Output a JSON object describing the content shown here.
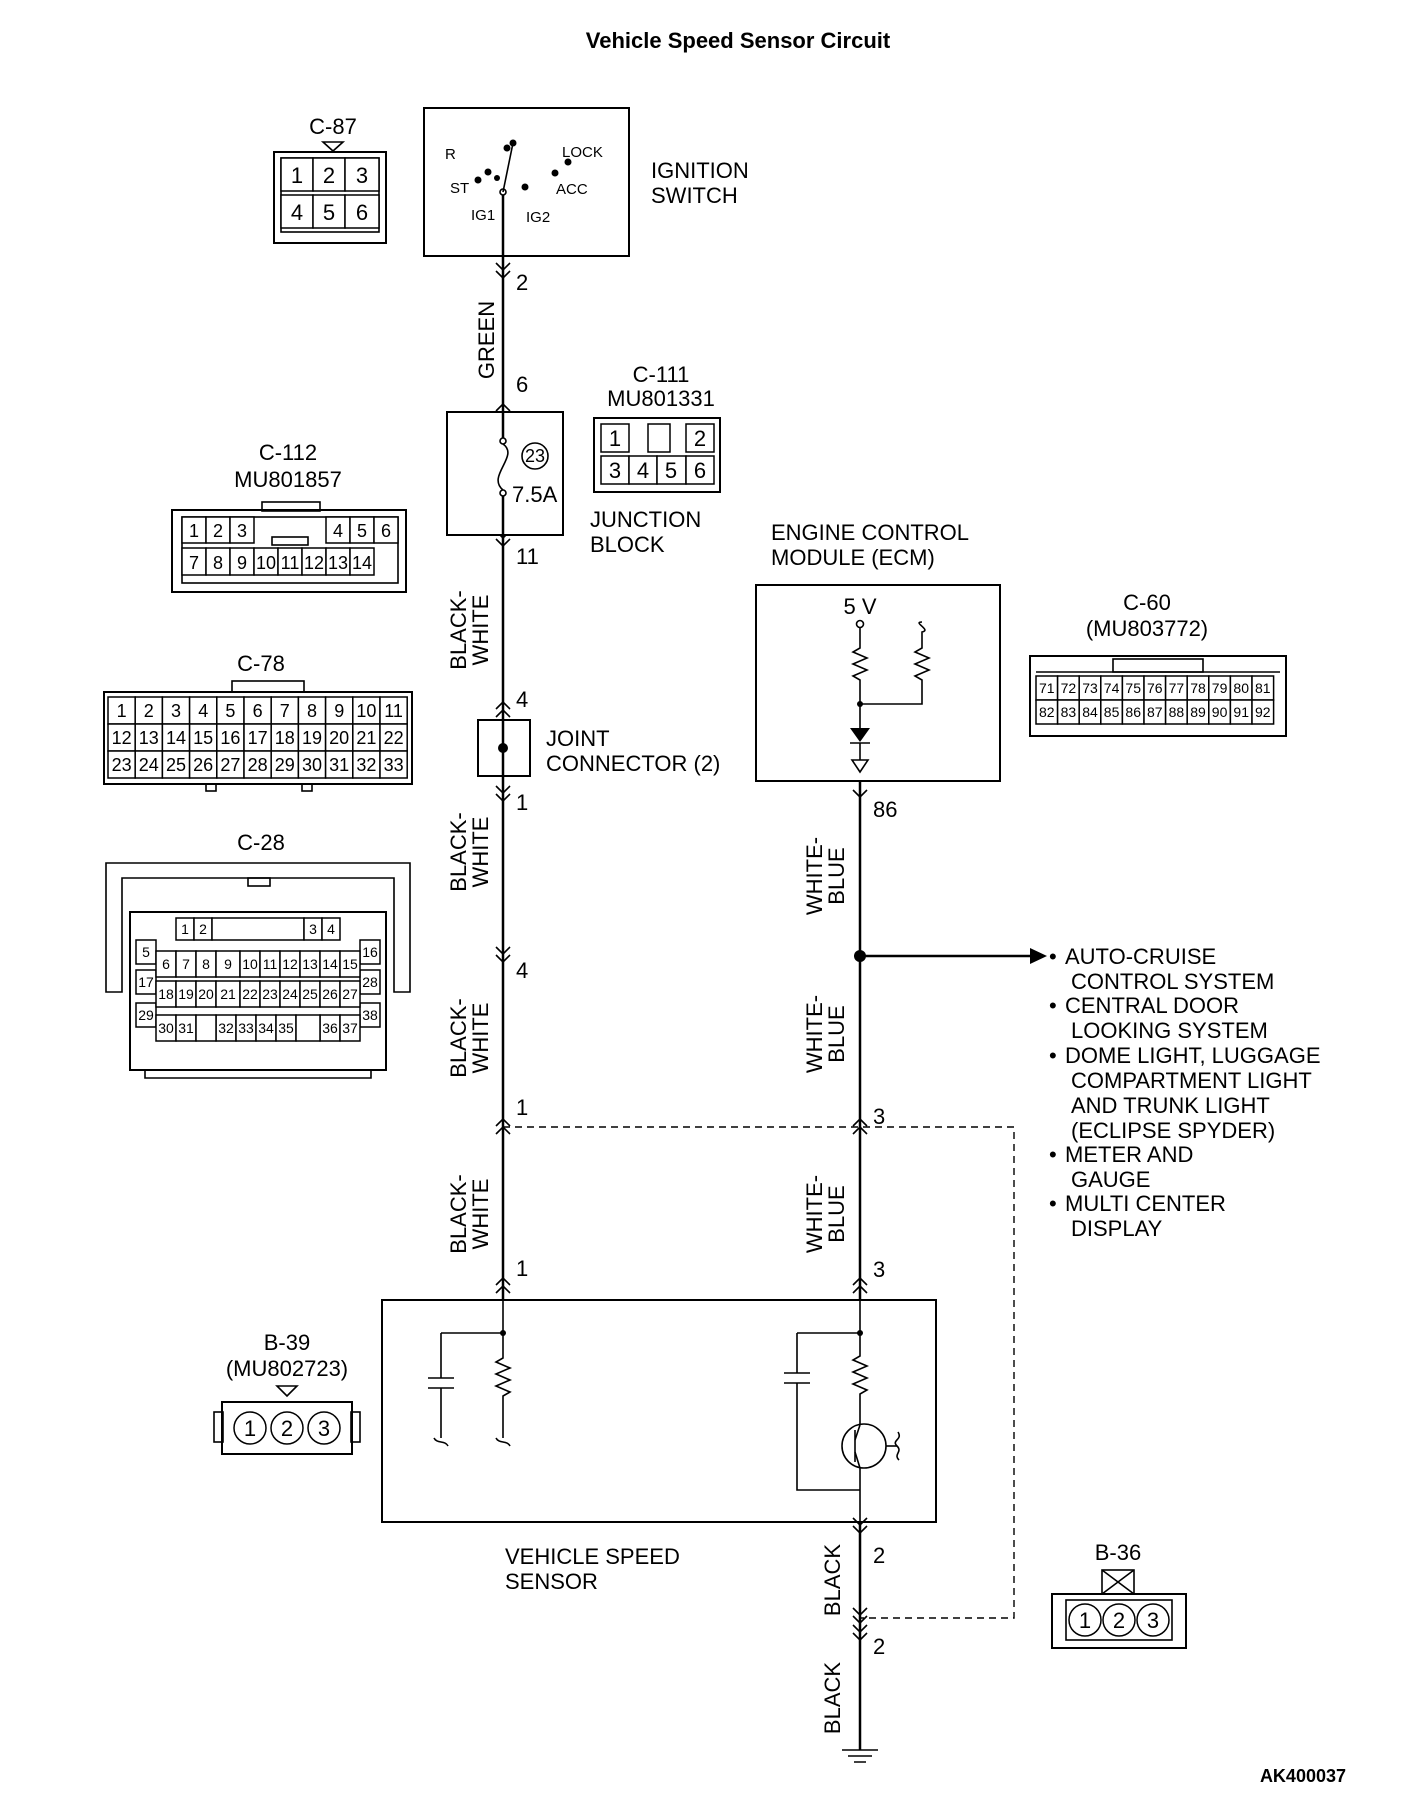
{
  "title": "Vehicle Speed Sensor Circuit",
  "figure_id": "AK400037",
  "components": {
    "ignition_switch": {
      "label_lines": [
        "IGNITION",
        "SWITCH"
      ],
      "positions": [
        "R",
        "LOCK",
        "ST",
        "ACC",
        "IG1",
        "IG2"
      ]
    },
    "junction_block": {
      "label_lines": [
        "JUNCTION",
        "BLOCK"
      ],
      "fuse_number": "23",
      "fuse_rating": "7.5A"
    },
    "joint_connector": {
      "label_lines": [
        "JOINT",
        "CONNECTOR (2)"
      ]
    },
    "ecm": {
      "label_lines": [
        "ENGINE CONTROL",
        "MODULE (ECM)"
      ],
      "voltage": "5 V"
    },
    "speed_sensor": {
      "label_lines": [
        "VEHICLE SPEED",
        "SENSOR"
      ]
    }
  },
  "pins": {
    "ign_out": "2",
    "jb_in": "6",
    "jb_out": "11",
    "jc_in": "4",
    "jc_out": "1",
    "c28_in": "4",
    "c28_out": "1",
    "vss_1_upper": "1",
    "vss_1": "1",
    "ecm": "86",
    "vss_3_upper": "3",
    "vss_3": "3",
    "vss_2": "2",
    "gnd_2": "2"
  },
  "wire_colors": {
    "green": "GREEN",
    "bw1": [
      "BLACK-",
      "WHITE"
    ],
    "bw2": [
      "BLACK-",
      "WHITE"
    ],
    "bw3": [
      "BLACK-",
      "WHITE"
    ],
    "bw4": [
      "BLACK-",
      "WHITE"
    ],
    "wb1": [
      "WHITE-",
      "BLUE"
    ],
    "wb2": [
      "WHITE-",
      "BLUE"
    ],
    "wb3": [
      "WHITE-",
      "BLUE"
    ],
    "black1": "BLACK",
    "black2": "BLACK"
  },
  "branch_destinations": [
    {
      "bullet": "•",
      "lines": [
        "AUTO-CRUISE",
        "CONTROL SYSTEM"
      ]
    },
    {
      "bullet": "•",
      "lines": [
        "CENTRAL DOOR",
        "LOOKING SYSTEM"
      ]
    },
    {
      "bullet": "•",
      "lines": [
        "DOME LIGHT, LUGGAGE",
        "COMPARTMENT LIGHT",
        "AND TRUNK LIGHT",
        "(ECLIPSE SPYDER)"
      ]
    },
    {
      "bullet": "•",
      "lines": [
        "METER AND",
        "GAUGE"
      ]
    },
    {
      "bullet": "•",
      "lines": [
        "MULTI CENTER",
        "DISPLAY"
      ]
    }
  ],
  "connectors": {
    "c87": {
      "name": "C-87",
      "rows": [
        [
          "1",
          "2",
          "3"
        ],
        [
          "4",
          "5",
          "6"
        ]
      ]
    },
    "c111": {
      "name": "C-111",
      "part": "MU801331",
      "rows": [
        [
          "1",
          "",
          "2"
        ],
        [
          "3",
          "4",
          "5",
          "6"
        ]
      ]
    },
    "c112": {
      "name": "C-112",
      "part": "MU801857",
      "rows": [
        [
          "1",
          "2",
          "3",
          "",
          "",
          "4",
          "5",
          "6"
        ],
        [
          "7",
          "8",
          "9",
          "10",
          "11",
          "12",
          "13",
          "14"
        ]
      ]
    },
    "c78": {
      "name": "C-78",
      "rows": [
        [
          "1",
          "2",
          "3",
          "4",
          "5",
          "6",
          "7",
          "8",
          "9",
          "10",
          "11"
        ],
        [
          "12",
          "13",
          "14",
          "15",
          "16",
          "17",
          "18",
          "19",
          "20",
          "21",
          "22"
        ],
        [
          "23",
          "24",
          "25",
          "26",
          "27",
          "28",
          "29",
          "30",
          "31",
          "32",
          "33"
        ]
      ]
    },
    "c60": {
      "name": "C-60",
      "part": "(MU803772)",
      "rows": [
        [
          "71",
          "72",
          "73",
          "74",
          "75",
          "76",
          "77",
          "78",
          "79",
          "80",
          "81"
        ],
        [
          "82",
          "83",
          "84",
          "85",
          "86",
          "87",
          "88",
          "89",
          "90",
          "91",
          "92"
        ]
      ]
    },
    "c28": {
      "name": "C-28",
      "row1": [
        "1",
        "2",
        "3",
        "4"
      ],
      "left": [
        "5",
        "17",
        "29"
      ],
      "right": [
        "16",
        "28",
        "38"
      ],
      "row2": [
        "6",
        "7",
        "8",
        "9",
        "10",
        "11",
        "12",
        "13",
        "14",
        "15"
      ],
      "row3": [
        "18",
        "19",
        "20",
        "21",
        "22",
        "23",
        "24",
        "25",
        "26",
        "27"
      ],
      "row4": [
        "30",
        "31",
        "32",
        "33",
        "34",
        "35",
        "36",
        "37"
      ]
    },
    "b39": {
      "name": "B-39",
      "part": "(MU802723)",
      "pins": [
        "1",
        "2",
        "3"
      ]
    },
    "b36": {
      "name": "B-36",
      "pins": [
        "1",
        "2",
        "3"
      ]
    }
  }
}
